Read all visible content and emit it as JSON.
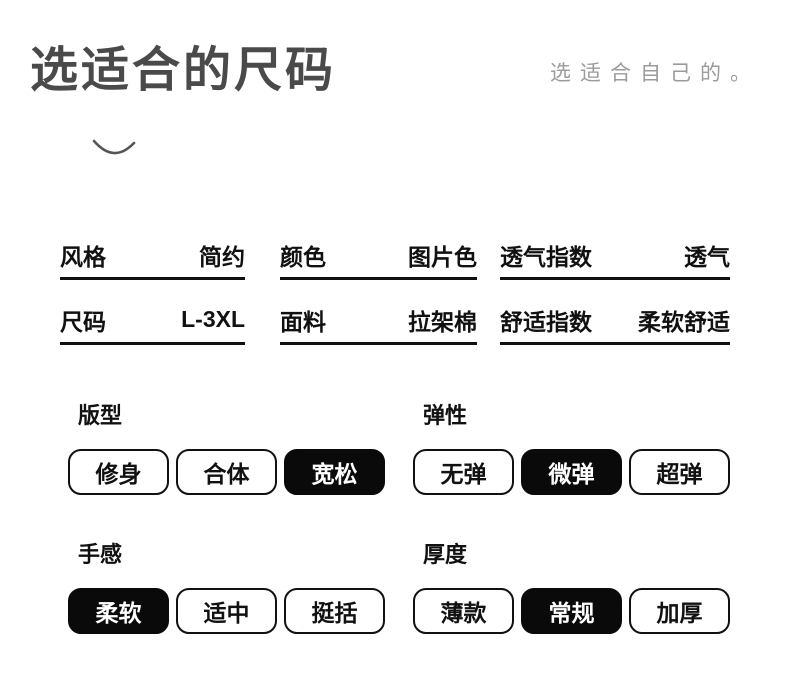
{
  "header": {
    "title": "选适合的尺码",
    "subtitle": "选适合自己的。"
  },
  "specs": {
    "rows": [
      [
        {
          "label": "风格",
          "value": "简约"
        },
        {
          "label": "颜色",
          "value": "图片色"
        },
        {
          "label": "透气指数",
          "value": "透气"
        }
      ],
      [
        {
          "label": "尺码",
          "value": "L-3XL"
        },
        {
          "label": "面料",
          "value": "拉架棉"
        },
        {
          "label": "舒适指数",
          "value": "柔软舒适"
        }
      ]
    ]
  },
  "attributes": [
    {
      "name": "版型",
      "options": [
        {
          "label": "修身",
          "selected": false
        },
        {
          "label": "合体",
          "selected": false
        },
        {
          "label": "宽松",
          "selected": true
        }
      ]
    },
    {
      "name": "弹性",
      "options": [
        {
          "label": "无弹",
          "selected": false
        },
        {
          "label": "微弹",
          "selected": true
        },
        {
          "label": "超弹",
          "selected": false
        }
      ]
    },
    {
      "name": "手感",
      "options": [
        {
          "label": "柔软",
          "selected": true
        },
        {
          "label": "适中",
          "selected": false
        },
        {
          "label": "挺括",
          "selected": false
        }
      ]
    },
    {
      "name": "厚度",
      "options": [
        {
          "label": "薄款",
          "selected": false
        },
        {
          "label": "常规",
          "selected": true
        },
        {
          "label": "加厚",
          "selected": false
        }
      ]
    }
  ],
  "icons": {
    "smile_arc": "smile-arc"
  },
  "colors": {
    "background": "#ffffff",
    "title": "#4a4a4a",
    "subtitle": "#9b9b9b",
    "text": "#111111",
    "chip_selected_bg": "#0a0a0a",
    "chip_selected_text": "#ffffff"
  }
}
